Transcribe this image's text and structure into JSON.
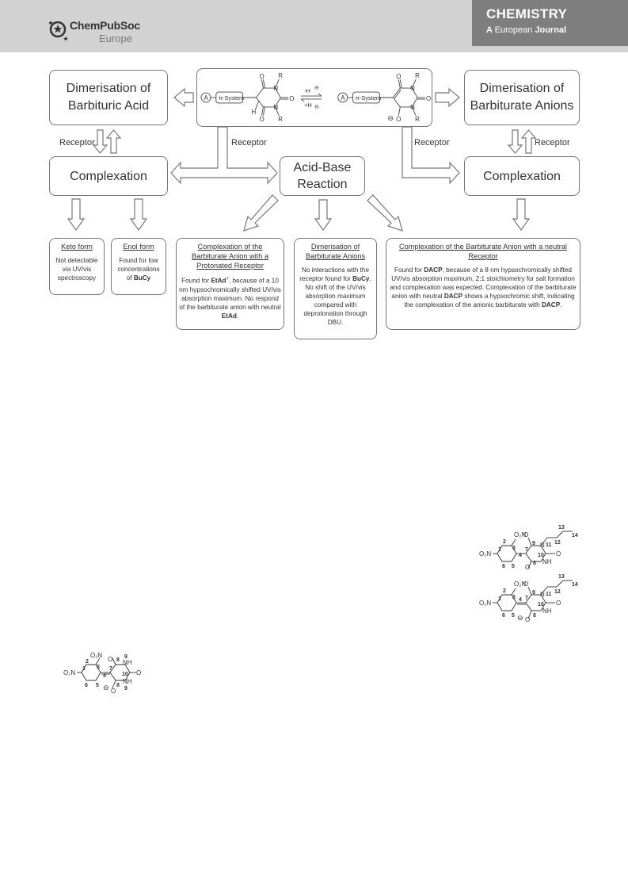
{
  "header": {
    "logo_name": "ChemPubSoc",
    "logo_sub": "Europe",
    "journal_title": "CHEMISTRY",
    "journal_sub_a": "A ",
    "journal_sub_b": "European",
    "journal_sub_c": "Journal"
  },
  "diagram": {
    "dim_barbituric_acid": "Dimerisation of Barbituric Acid",
    "dim_barbiturate_anions": "Dimerisation of Barbiturate Anions",
    "complexation_left": "Complexation",
    "complexation_right": "Complexation",
    "acid_base": "Acid-Base Reaction",
    "receptor_left": "Receptor",
    "receptor_center": "Receptor",
    "receptor_mid_right": "Receptor",
    "receptor_right": "Receptor",
    "center_mol": {
      "a": "A",
      "pi": "π-System",
      "r": "R",
      "o": "O",
      "n": "N",
      "h": "H",
      "eq_top": "-H",
      "eq_bottom": "+H",
      "minus": "⊖"
    },
    "keto": {
      "title": "Keto form",
      "body": "Not detectable via UV/vis spectroscopy"
    },
    "enol": {
      "title": "Enol form",
      "body_pre": "Found for low concentrations of ",
      "body_bold": "BuCy"
    },
    "protonated": {
      "title": "Complexation of the Barbiturate Anion with a Protonated Receptor",
      "p1": "Found for ",
      "b1": "EtAd",
      "sup": "+",
      "p2": ", because of a 10 nm hypsochromically shifted UV/vis absorption maximum. No respond of the barbiturate anion with neutral ",
      "b2": "EtAd",
      "p3": "."
    },
    "dim_anions_small": {
      "title": "Dimerisation of Barbiturate Anions",
      "p1": "No interactions with the receptor found for ",
      "b1": "BuCy",
      "p2": ". No shift of the UV/vis absorption maximum compared with deprotonation through DBU."
    },
    "neutral": {
      "title": "Complexation of the Barbiturate Anion with a neutral Receptor",
      "p1": "Found for ",
      "b1": "DACP",
      "p2": ", because of a 8 nm hypsochromically shifted UV/vis absorption maximum, 2:1 stoichiometry for salt formation and complexation was expected. Complexation of the barbiturate anion with neutral ",
      "b2": "DACP",
      "p3": " shows a hypsochromic shift, indicating the complexation of the anionic barbiturate with ",
      "b3": "DACP",
      "p4": "."
    }
  },
  "molecules": {
    "o2n": "O₂N",
    "no2": "O₂N",
    "o": "O",
    "n": "N",
    "nh": "NH",
    "minus": "⊖",
    "n1": "1",
    "n2": "2",
    "n3": "3",
    "n4": "4",
    "n5": "5",
    "n6": "6",
    "n7": "7",
    "n8": "8",
    "n9": "9",
    "n10": "10",
    "n11": "11",
    "n12": "12",
    "n13": "13",
    "n14": "14"
  }
}
